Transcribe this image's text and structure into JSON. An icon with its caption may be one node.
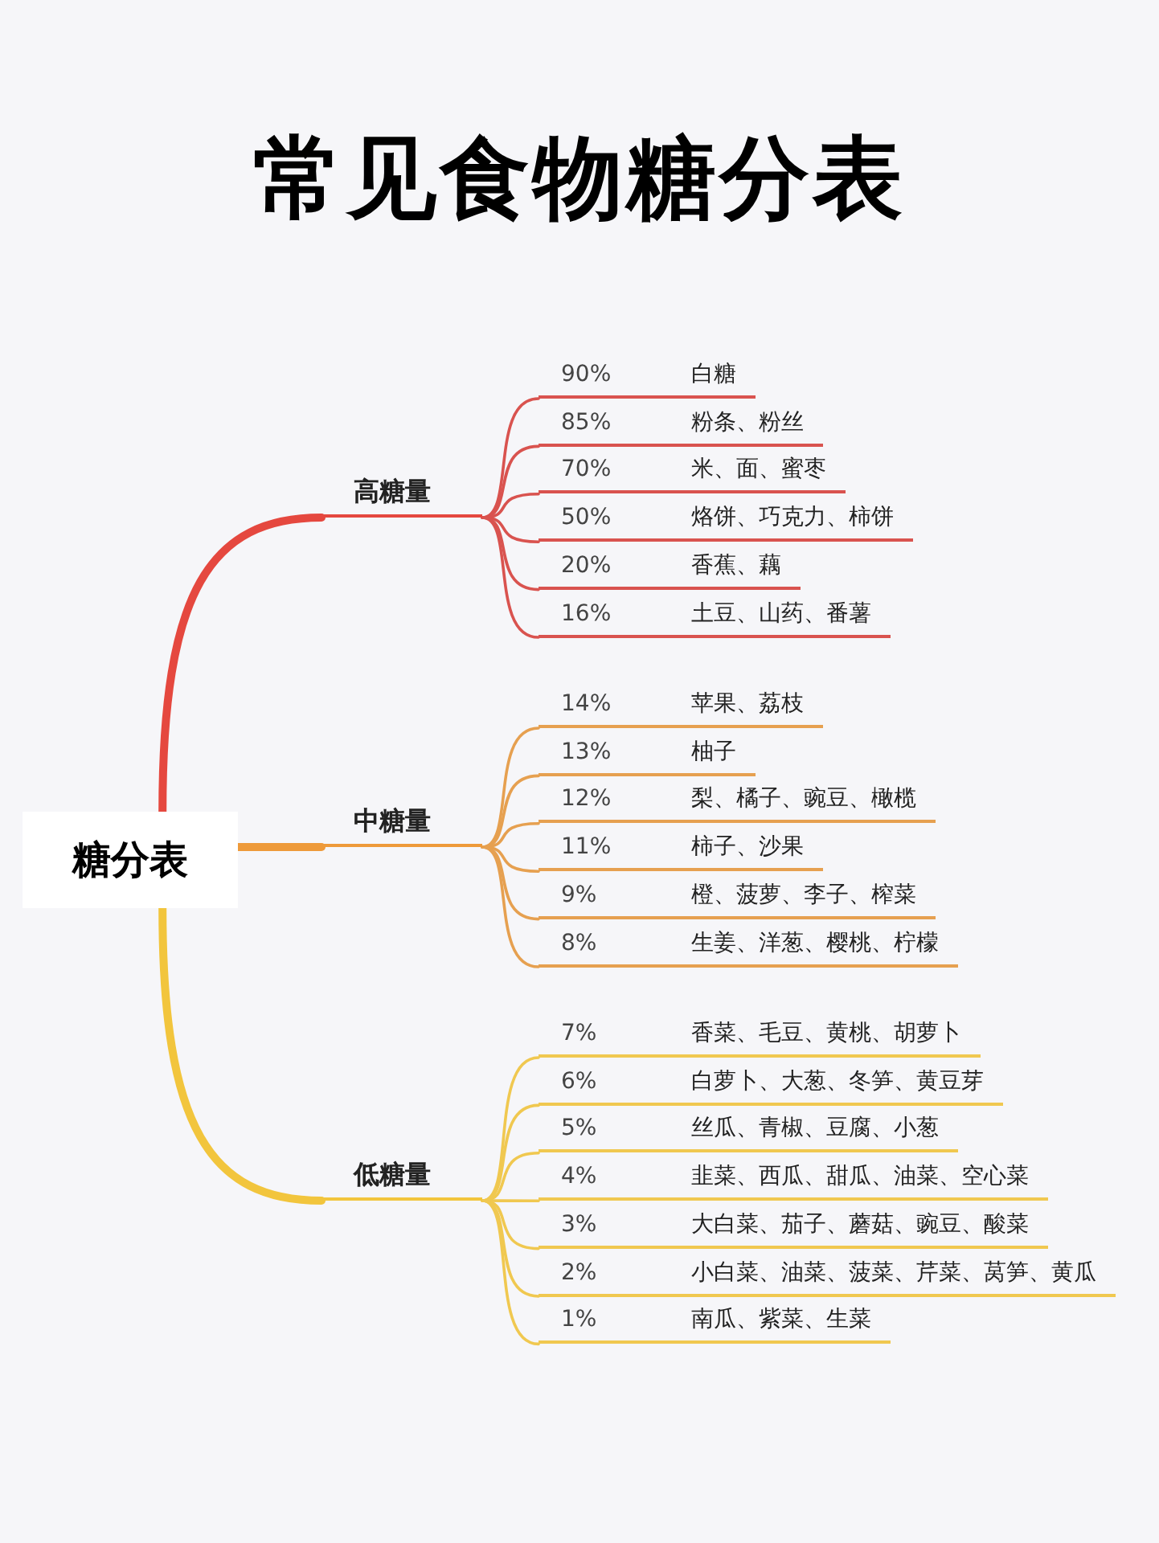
{
  "diagram": {
    "title": "常见食物糖分表",
    "nodes": [
      {
        "text": [
          "糖分表"
        ]
      },
      {
        "text": [
          "高糖量"
        ]
      },
      {
        "text": [
          "90%",
          "白糖"
        ]
      },
      {
        "text": [
          "85%",
          "粉条、粉丝"
        ]
      },
      {
        "text": [
          "70%",
          "米、面、蜜枣"
        ]
      },
      {
        "text": [
          "50%",
          "烙饼、巧克力、柿饼"
        ]
      },
      {
        "text": [
          "20%",
          "香蕉、藕"
        ]
      },
      {
        "text": [
          "16%",
          "土豆、山药、番薯"
        ]
      },
      {
        "text": [
          "中糖量"
        ]
      },
      {
        "text": [
          "14%",
          "苹果、荔枝"
        ]
      },
      {
        "text": [
          "13%",
          "柚子"
        ]
      },
      {
        "text": [
          "12%",
          "梨、橘子、豌豆、橄榄"
        ]
      },
      {
        "text": [
          "11%",
          "柿子、沙果"
        ]
      },
      {
        "text": [
          "9%",
          "橙、菠萝、李子、榨菜"
        ]
      },
      {
        "text": [
          "8%",
          "生姜、洋葱、樱桃、柠檬"
        ]
      },
      {
        "text": [
          "低糖量"
        ]
      },
      {
        "text": [
          "7%",
          "香菜、毛豆、黄桃、胡萝卜"
        ]
      },
      {
        "text": [
          "6%",
          "白萝卜、大葱、冬笋、黄豆芽"
        ]
      },
      {
        "text": [
          "5%",
          "丝瓜、青椒、豆腐、小葱"
        ]
      },
      {
        "text": [
          "4%",
          "韭菜、西瓜、甜瓜、油菜、空心菜"
        ]
      },
      {
        "text": [
          "3%",
          "大白菜、茄子、蘑菇、豌豆、酸菜"
        ]
      },
      {
        "text": [
          "2%",
          "小白菜、油菜、菠菜、芹菜、莴笋、黄瓜"
        ]
      },
      {
        "text": [
          "1%",
          "南瓜、紫菜、生菜"
        ]
      }
    ],
    "edges": [
      {
        "from": 0,
        "to": 1,
        "arrow": "none",
        "style": "thick",
        "color": "#e5483f"
      },
      {
        "from": 1,
        "to": 2,
        "arrow": "none",
        "color": "#d9534f"
      },
      {
        "from": 1,
        "to": 3,
        "arrow": "none",
        "color": "#d9534f"
      },
      {
        "from": 1,
        "to": 4,
        "arrow": "none",
        "color": "#d9534f"
      },
      {
        "from": 1,
        "to": 5,
        "arrow": "none",
        "color": "#d9534f"
      },
      {
        "from": 1,
        "to": 6,
        "arrow": "none",
        "color": "#d9534f"
      },
      {
        "from": 1,
        "to": 7,
        "arrow": "none",
        "color": "#d9534f"
      },
      {
        "from": 0,
        "to": 8,
        "arrow": "none",
        "style": "thick",
        "color": "#ee9a3a"
      },
      {
        "from": 8,
        "to": 9,
        "arrow": "none",
        "color": "#e6a050"
      },
      {
        "from": 8,
        "to": 10,
        "arrow": "none",
        "color": "#e6a050"
      },
      {
        "from": 8,
        "to": 11,
        "arrow": "none",
        "color": "#e6a050"
      },
      {
        "from": 8,
        "to": 12,
        "arrow": "none",
        "color": "#e6a050"
      },
      {
        "from": 8,
        "to": 13,
        "arrow": "none",
        "color": "#e6a050"
      },
      {
        "from": 8,
        "to": 14,
        "arrow": "none",
        "color": "#e6a050"
      },
      {
        "from": 0,
        "to": 15,
        "arrow": "none",
        "style": "thick",
        "color": "#f2c53d"
      },
      {
        "from": 15,
        "to": 16,
        "arrow": "none",
        "color": "#f0c850"
      },
      {
        "from": 15,
        "to": 17,
        "arrow": "none",
        "color": "#f0c850"
      },
      {
        "from": 15,
        "to": 18,
        "arrow": "none",
        "color": "#f0c850"
      },
      {
        "from": 15,
        "to": 19,
        "arrow": "none",
        "color": "#f0c850"
      },
      {
        "from": 15,
        "to": 20,
        "arrow": "none",
        "color": "#f0c850"
      },
      {
        "from": 15,
        "to": 21,
        "arrow": "none",
        "color": "#f0c850"
      },
      {
        "from": 15,
        "to": 22,
        "arrow": "none",
        "color": "#f0c850"
      }
    ]
  }
}
